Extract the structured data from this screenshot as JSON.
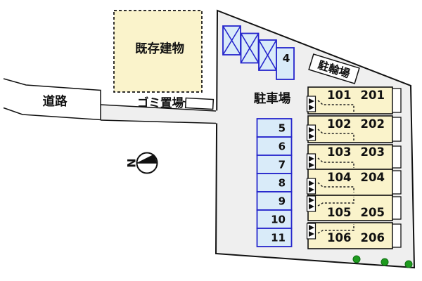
{
  "colors": {
    "site_fill": "#efefef",
    "outline": "#111111",
    "building_fill": "#faf3cb",
    "parking_fill": "#d9ebf9",
    "parking_border": "#2525cc",
    "tree_green": "#1f9b1f"
  },
  "road": {
    "label": "道路"
  },
  "garbage": {
    "label": "ゴミ置場"
  },
  "existing_building": {
    "label": "既存建物"
  },
  "bicycle": {
    "label": "駐輪場"
  },
  "compass": {
    "north_label": "N"
  },
  "parking": {
    "label": "駐車場",
    "top_row": {
      "crossed_count": 3,
      "open_space_label": "4"
    },
    "column_labels": [
      "5",
      "6",
      "7",
      "8",
      "9",
      "10",
      "11"
    ]
  },
  "building": {
    "units": [
      {
        "ground": "101",
        "upper": "201"
      },
      {
        "ground": "102",
        "upper": "202"
      },
      {
        "ground": "103",
        "upper": "203"
      },
      {
        "ground": "104",
        "upper": "204"
      },
      {
        "ground": "105",
        "upper": "205"
      },
      {
        "ground": "106",
        "upper": "206"
      }
    ]
  },
  "trees": {
    "count": 3
  }
}
